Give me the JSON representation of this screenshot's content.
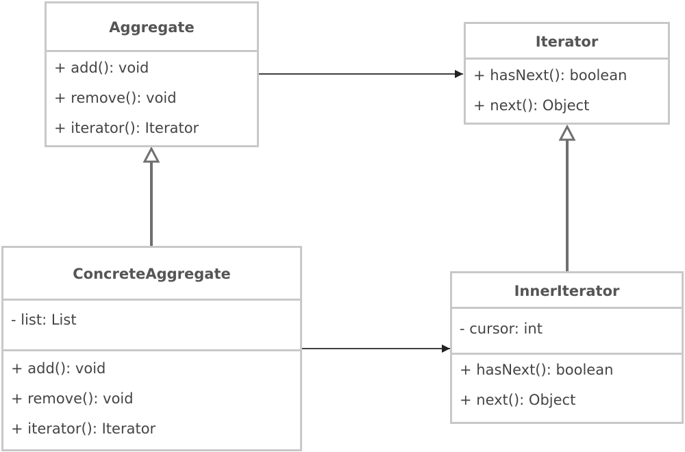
{
  "classes": {
    "aggregate": {
      "name": "Aggregate",
      "methods": [
        "+ add(): void",
        "+ remove(): void",
        "+ iterator(): Iterator"
      ]
    },
    "iterator": {
      "name": "Iterator",
      "methods": [
        "+ hasNext(): boolean",
        "+ next(): Object"
      ]
    },
    "concrete_aggregate": {
      "name": "ConcreteAggregate",
      "attributes": [
        "- list: List"
      ],
      "methods": [
        "+ add(): void",
        "+ remove(): void",
        "+ iterator(): Iterator"
      ]
    },
    "inner_iterator": {
      "name": "InnerIterator",
      "attributes": [
        "- cursor: int"
      ],
      "methods": [
        "+ hasNext(): boolean",
        "+ next(): Object"
      ]
    }
  },
  "relations": [
    {
      "type": "association",
      "from": "Aggregate",
      "to": "Iterator"
    },
    {
      "type": "realization",
      "from": "ConcreteAggregate",
      "to": "Aggregate"
    },
    {
      "type": "realization",
      "from": "InnerIterator",
      "to": "Iterator"
    },
    {
      "type": "association",
      "from": "ConcreteAggregate",
      "to": "InnerIterator"
    }
  ],
  "colors": {
    "box_border": "#c8c8c8",
    "inheritance_line": "#6f6f6f",
    "association_line": "#222222",
    "text": "#444444"
  }
}
